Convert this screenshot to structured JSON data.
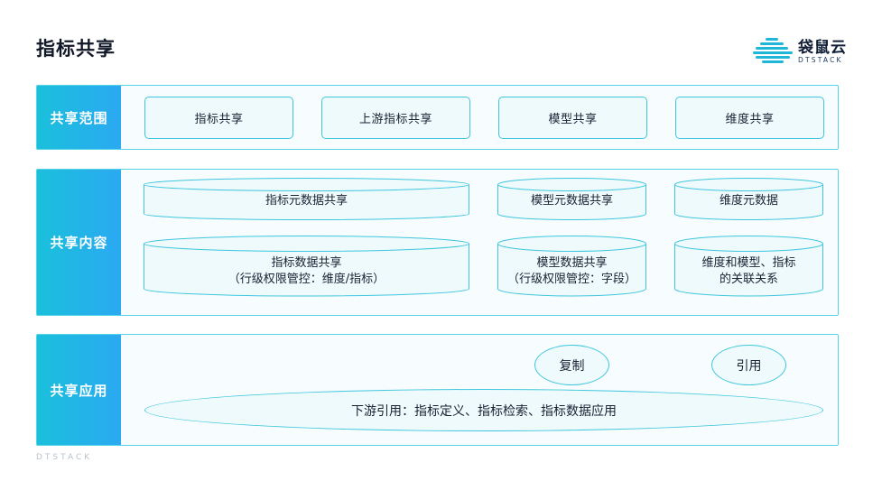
{
  "page": {
    "title": "指标共享"
  },
  "logo": {
    "name": "袋鼠云",
    "subtitle": "DTSTACK",
    "icon": "cloud-logo-icon"
  },
  "colors": {
    "accent": "#1ac0db",
    "accent2": "#2ba9f2",
    "border": "#3fc6dd",
    "fill": "#eefafc"
  },
  "sections": {
    "scope": {
      "label": "共享范围",
      "items": [
        "指标共享",
        "上游指标共享",
        "模型共享",
        "维度共享"
      ]
    },
    "content": {
      "label": "共享内容",
      "metric_meta": "指标元数据共享",
      "model_meta": "模型元数据共享",
      "dim_meta": "维度元数据",
      "metric_data": {
        "line1": "指标数据共享",
        "line2": "（行级权限管控：维度/指标）"
      },
      "model_data": {
        "line1": "模型数据共享",
        "line2": "（行级权限管控：字段）"
      },
      "dim_rel": {
        "line1": "维度和模型、指标",
        "line2": "的关联关系"
      }
    },
    "application": {
      "label": "共享应用",
      "copy": "复制",
      "reference": "引用",
      "downstream": "下游引用：指标定义、指标检索、指标数据应用"
    }
  },
  "footer": {
    "watermark": "DTSTACK"
  }
}
